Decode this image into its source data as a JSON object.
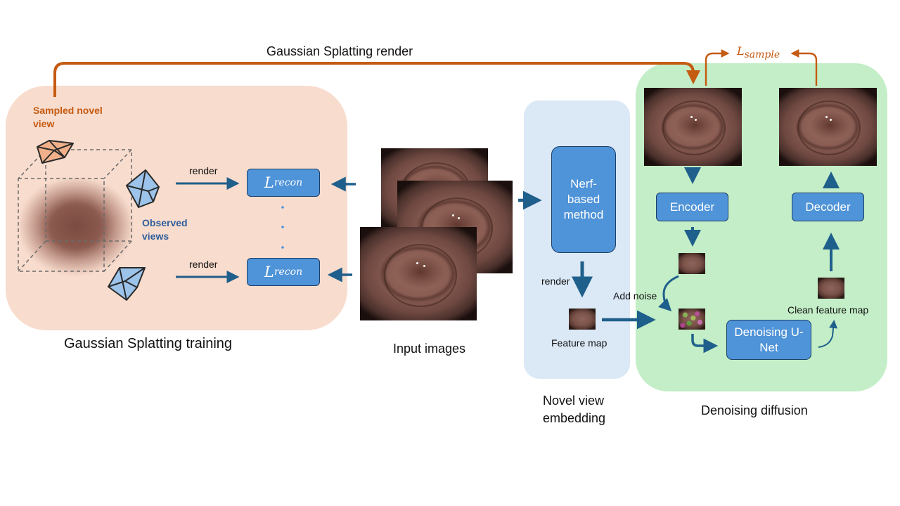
{
  "top_label": "Gaussian Splatting render",
  "loss_sample": {
    "base": "L",
    "sub": "sample"
  },
  "loss_recon": {
    "base": "L",
    "sub": "recon"
  },
  "gs_panel": {
    "sampled_view_label": "Sampled novel view",
    "observed_views_label": "Observed views",
    "render_label_top": "render",
    "render_label_bottom": "render",
    "caption": "Gaussian Splatting training"
  },
  "input_images": {
    "caption": "Input images"
  },
  "nv_panel": {
    "nerf_box": "Nerf-based method",
    "render_label": "render",
    "feature_map_label": "Feature map",
    "caption": "Novel view embedding"
  },
  "dd_panel": {
    "encoder": "Encoder",
    "decoder": "Decoder",
    "add_noise": "Add noise",
    "clean_feature_map": "Clean feature map",
    "unet": "Denoising U-Net",
    "caption": "Denoising diffusion"
  },
  "colors": {
    "orange": "#c55a11",
    "arrow_blue": "#1f5f8b",
    "box_blue": "#4f93d8",
    "panel_peach": "#f8dccd",
    "panel_lightblue": "#dbe8f6",
    "panel_green": "#c3eec7"
  }
}
